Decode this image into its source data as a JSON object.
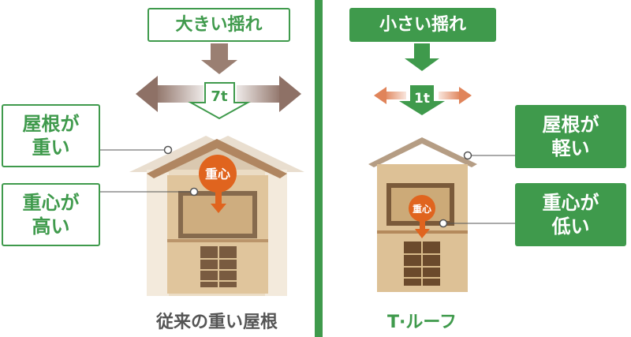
{
  "left": {
    "title": "大きい揺れ",
    "weight": "7t",
    "roof_label": "屋根が\n重い",
    "cog_label": "重心が\n高い",
    "center_badge": "重心",
    "caption": "従来の重い屋根"
  },
  "right": {
    "title": "小さい揺れ",
    "weight": "1t",
    "roof_label": "屋根が\n軽い",
    "cog_label": "重心が\n低い",
    "center_badge": "重心",
    "caption": "T·ルーフ"
  },
  "colors": {
    "green": "#3f9a4c",
    "arrow_brown": "#9a7f72",
    "orange": "#e0641e",
    "wood": "#d2ae7e"
  }
}
